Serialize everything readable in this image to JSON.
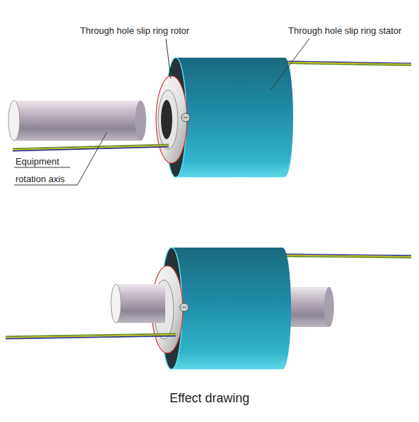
{
  "diagram": {
    "caption": "Effect drawing",
    "labels": [
      "Through hole slip ring rotor",
      "Through hole slip ring stator",
      "Equipment rotation axis"
    ]
  }
}
